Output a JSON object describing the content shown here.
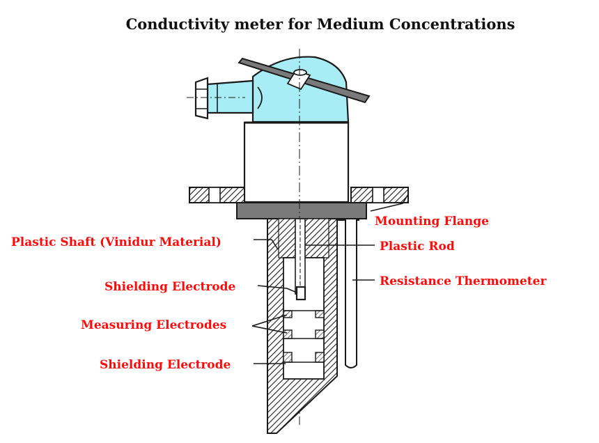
{
  "title": "Conductivity meter for Medium Concentrations",
  "colors": {
    "label": "#ff0a0a",
    "head_fill": "#a8ecf6",
    "hatch_fill": "#7a7a7a",
    "line": "#1a1a1a"
  },
  "labels": {
    "mounting_flange": "Mounting Flange",
    "plastic_shaft": "Plastic Shaft (Vinidur Material)",
    "plastic_rod": "Plastic Rod",
    "shielding_electrode_top": "Shielding Electrode",
    "resistance_thermometer": "Resistance Thermometer",
    "measuring_electrodes": "Measuring Electrodes",
    "shielding_electrode_bottom": "Shielding Electrode"
  }
}
